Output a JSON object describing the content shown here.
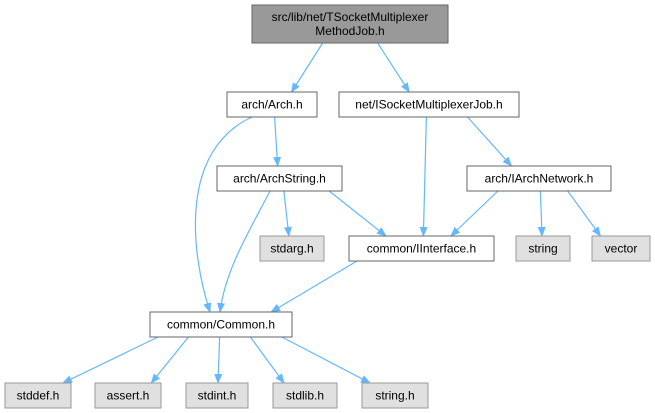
{
  "colors": {
    "root_fill": "#999999",
    "root_stroke": "#666666",
    "node_fill": "#ffffff",
    "node_stroke": "#666666",
    "ext_fill": "#e0e0e0",
    "ext_stroke": "#999999",
    "edge": "#63b8ff"
  },
  "nodes": [
    {
      "id": "root",
      "lines": [
        "src/lib/net/TSocketMultiplexer",
        "MethodJob.h"
      ],
      "kind": "root"
    },
    {
      "id": "arch",
      "lines": [
        "arch/Arch.h"
      ],
      "kind": "internal"
    },
    {
      "id": "isock",
      "lines": [
        "net/ISocketMultiplexerJob.h"
      ],
      "kind": "internal"
    },
    {
      "id": "archstr",
      "lines": [
        "arch/ArchString.h"
      ],
      "kind": "internal"
    },
    {
      "id": "iarchnet",
      "lines": [
        "arch/IArchNetwork.h"
      ],
      "kind": "internal"
    },
    {
      "id": "stdarg",
      "lines": [
        "stdarg.h"
      ],
      "kind": "external"
    },
    {
      "id": "iinterface",
      "lines": [
        "common/IInterface.h"
      ],
      "kind": "internal"
    },
    {
      "id": "string",
      "lines": [
        "string"
      ],
      "kind": "external"
    },
    {
      "id": "vector",
      "lines": [
        "vector"
      ],
      "kind": "external"
    },
    {
      "id": "common",
      "lines": [
        "common/Common.h"
      ],
      "kind": "internal"
    },
    {
      "id": "stddef",
      "lines": [
        "stddef.h"
      ],
      "kind": "external"
    },
    {
      "id": "assert",
      "lines": [
        "assert.h"
      ],
      "kind": "external"
    },
    {
      "id": "stdint",
      "lines": [
        "stdint.h"
      ],
      "kind": "external"
    },
    {
      "id": "stdlib",
      "lines": [
        "stdlib.h"
      ],
      "kind": "external"
    },
    {
      "id": "stringh",
      "lines": [
        "string.h"
      ],
      "kind": "external"
    }
  ],
  "edges": [
    {
      "from": "root",
      "to": "arch"
    },
    {
      "from": "root",
      "to": "isock"
    },
    {
      "from": "arch",
      "to": "archstr"
    },
    {
      "from": "arch",
      "to": "common"
    },
    {
      "from": "archstr",
      "to": "stdarg"
    },
    {
      "from": "archstr",
      "to": "iinterface"
    },
    {
      "from": "archstr",
      "to": "common"
    },
    {
      "from": "isock",
      "to": "iarchnet"
    },
    {
      "from": "isock",
      "to": "iinterface"
    },
    {
      "from": "iarchnet",
      "to": "iinterface"
    },
    {
      "from": "iarchnet",
      "to": "string"
    },
    {
      "from": "iarchnet",
      "to": "vector"
    },
    {
      "from": "iinterface",
      "to": "common"
    },
    {
      "from": "common",
      "to": "stddef"
    },
    {
      "from": "common",
      "to": "assert"
    },
    {
      "from": "common",
      "to": "stdint"
    },
    {
      "from": "common",
      "to": "stdlib"
    },
    {
      "from": "common",
      "to": "stringh"
    }
  ]
}
